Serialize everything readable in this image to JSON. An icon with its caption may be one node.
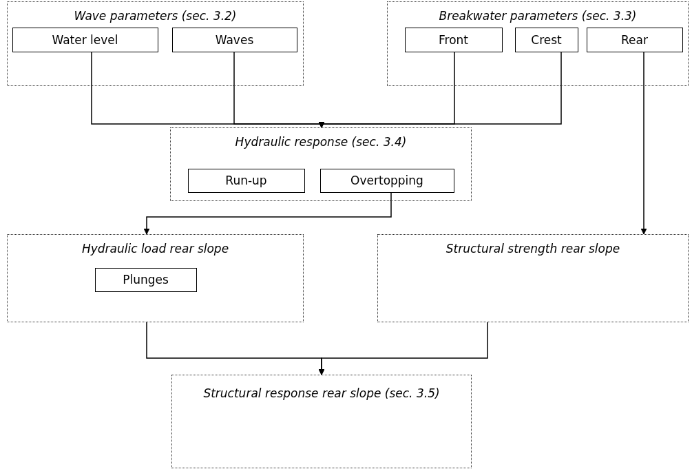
{
  "diagram": {
    "nodes": [
      {
        "text": [
          "Wave parameters (sec. 3.2)"
        ]
      },
      {
        "text": [
          "Water level"
        ],
        "in": 0
      },
      {
        "text": [
          "Waves"
        ],
        "in": 0
      },
      {
        "text": [
          "Breakwater parameters (sec. 3.3)"
        ]
      },
      {
        "text": [
          "Front"
        ],
        "in": 3
      },
      {
        "text": [
          "Crest"
        ],
        "in": 3
      },
      {
        "text": [
          "Rear"
        ],
        "in": 3
      },
      {
        "text": [
          "Hydraulic response (sec. 3.4)"
        ]
      },
      {
        "text": [
          "Run-up"
        ],
        "in": 7
      },
      {
        "text": [
          "Overtopping"
        ],
        "in": 7
      },
      {
        "text": [
          "Hydraulic load rear slope"
        ]
      },
      {
        "text": [
          "Plunges"
        ],
        "in": 10
      },
      {
        "text": [
          "Structural strength rear slope"
        ]
      },
      {
        "text": [
          "Structural response rear slope (sec. 3.5)"
        ]
      }
    ],
    "edges": [
      {
        "from": 1,
        "to": 7,
        "arrow": "to"
      },
      {
        "from": 2,
        "to": 7,
        "arrow": "to"
      },
      {
        "from": 4,
        "to": 7,
        "arrow": "to"
      },
      {
        "from": 5,
        "to": 7,
        "arrow": "to"
      },
      {
        "from": 6,
        "to": 12,
        "arrow": "to"
      },
      {
        "from": 9,
        "to": 10,
        "arrow": "to"
      },
      {
        "from": 10,
        "to": 13,
        "arrow": "to"
      },
      {
        "from": 12,
        "to": 13,
        "arrow": "to"
      }
    ]
  }
}
